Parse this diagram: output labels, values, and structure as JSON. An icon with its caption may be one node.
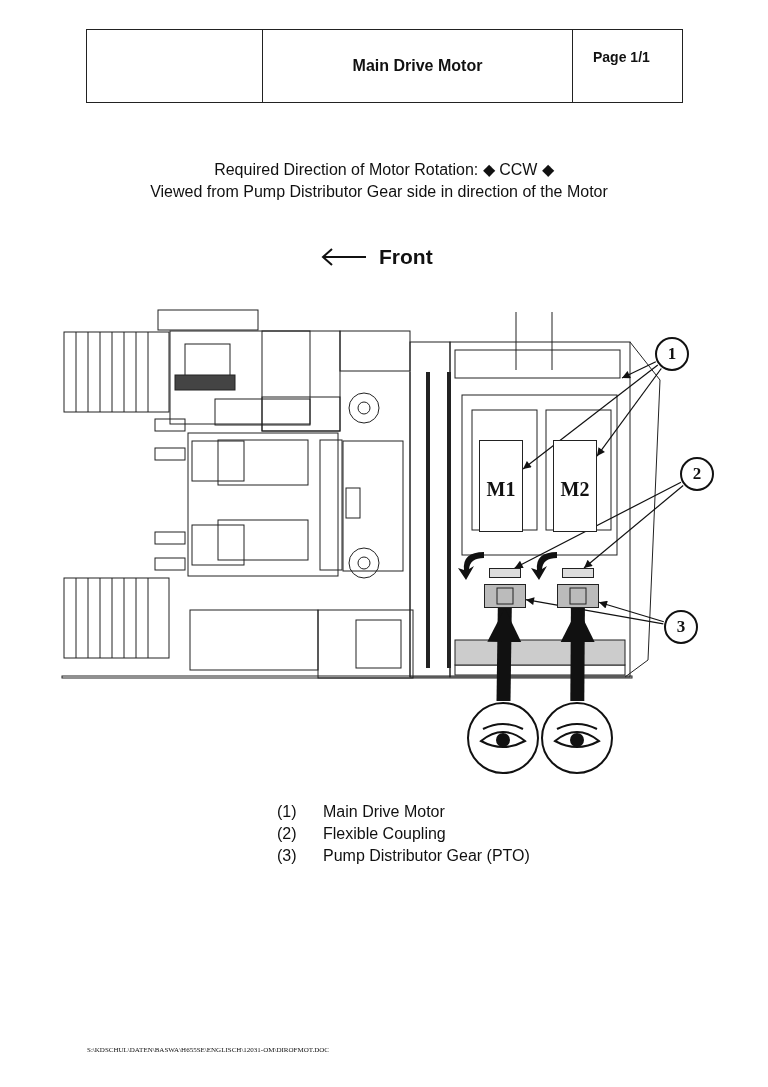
{
  "diagram": {
    "title": "Main Drive Motor",
    "nodes": [
      {
        "text": [
          "1"
        ]
      },
      {
        "text": [
          "2"
        ]
      },
      {
        "text": [
          "3"
        ]
      },
      {
        "text": [
          "M1"
        ]
      },
      {
        "text": [
          "M2"
        ]
      },
      {
        "text": [],
        "shape": "box"
      },
      {
        "text": [],
        "shape": "box"
      },
      {
        "text": [],
        "shape": "picture"
      },
      {
        "text": [],
        "shape": "picture"
      },
      {
        "text": [],
        "shape": "circle"
      },
      {
        "text": [],
        "shape": "circle"
      }
    ],
    "edges": [
      {
        "from": 0,
        "to": 3,
        "arrow": "to"
      },
      {
        "from": 0,
        "to": 4,
        "arrow": "to"
      },
      {
        "from": 0,
        "to": null,
        "arrow": "to"
      },
      {
        "from": 1,
        "to": 5,
        "arrow": "to"
      },
      {
        "from": 1,
        "to": 6,
        "arrow": "to"
      },
      {
        "from": 2,
        "to": 7,
        "arrow": "to"
      },
      {
        "from": 2,
        "to": 8,
        "arrow": "to"
      },
      {
        "from": 9,
        "to": 7,
        "arrow": "to",
        "style": "thick"
      },
      {
        "from": 10,
        "to": 8,
        "arrow": "to",
        "style": "thick"
      }
    ],
    "labels": [
      "Page 1/1",
      "Required Direction of Motor Rotation: ◆ CCW ◆",
      "Viewed from Pump Distributor Gear side in direction of the Motor",
      "Front",
      "(1)",
      "Main Drive Motor",
      "(2)",
      "Flexible Coupling",
      "(3)",
      "Pump Distributor Gear (PTO)",
      "S:\\KDSCHUL\\DATEN\\BASWA\\H655SE\\ENGLISCH\\12031-OM\\DIROFMOT.DOC"
    ]
  }
}
